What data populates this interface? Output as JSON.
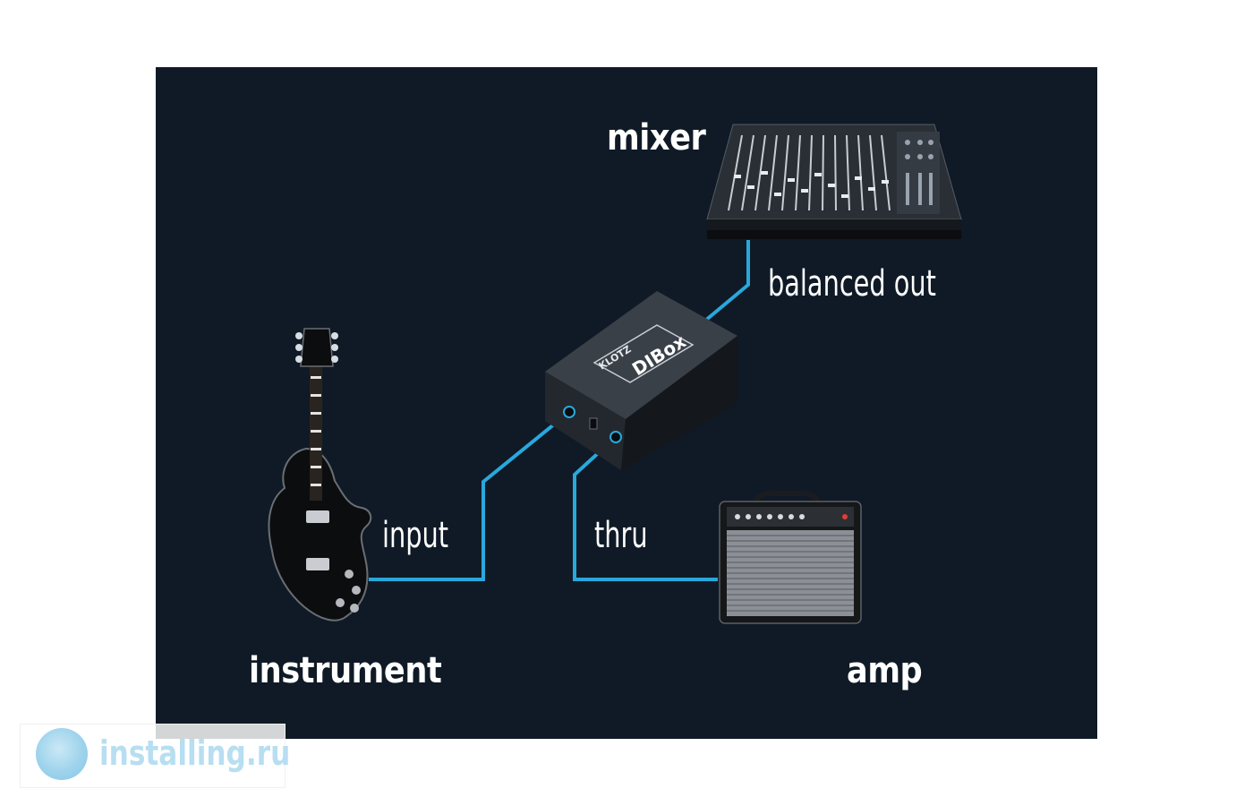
{
  "labels": {
    "mixer": "mixer",
    "balanced_out": "balanced out",
    "input": "input",
    "thru": "thru",
    "instrument": "instrument",
    "amp": "amp"
  },
  "device": {
    "brand": "KLOTZ",
    "name": "DIBox"
  },
  "watermark": {
    "text": "installing.ru"
  },
  "colors": {
    "background": "#0f1a26",
    "cable": "#29a8dc",
    "label": "#ffffff",
    "page": "#ffffff",
    "watermark_text": "#b7def1"
  }
}
